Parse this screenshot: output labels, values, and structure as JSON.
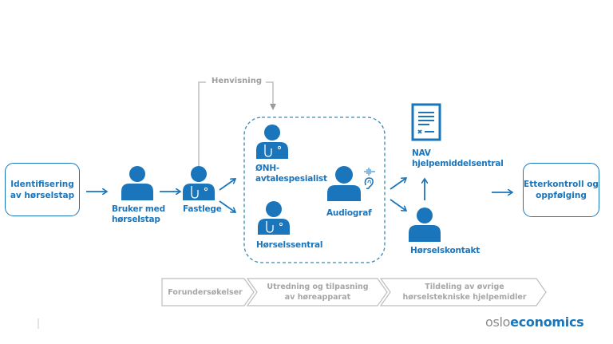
{
  "colors": {
    "primary_blue": "#1a75bb",
    "gray": "#a6a6a6",
    "dashed_border": "#3a88b5"
  },
  "start_box": {
    "line1": "Identifisering",
    "line2": "av hørselstap"
  },
  "end_box": {
    "line1": "Etterkontroll og",
    "line2": "oppfølging"
  },
  "nodes": {
    "bruker": {
      "line1": "Bruker med",
      "line2": "hørselstap",
      "icon": "person-icon"
    },
    "fastlege": {
      "label": "Fastlege",
      "icon": "doctor-icon"
    },
    "onh": {
      "line1": "ØNH-",
      "line2": "avtalespesialist",
      "icon": "doctor-icon"
    },
    "horselssentral": {
      "label": "Hørselssentral",
      "icon": "doctor-icon"
    },
    "audiograf": {
      "label": "Audiograf",
      "icon": "person-icon",
      "extra_icons": [
        "soundwave-icon",
        "ear-icon"
      ]
    },
    "nav": {
      "line1": "NAV",
      "line2": "hjelpemiddelsentral",
      "icon": "document-icon"
    },
    "horselskontakt": {
      "label": "Hørselskontakt",
      "icon": "person-icon"
    }
  },
  "referral_label": "Henvisning",
  "stages": [
    {
      "line1": "Forundersøkelser",
      "line2": ""
    },
    {
      "line1": "Utredning og tilpasning",
      "line2": "av høreapparat"
    },
    {
      "line1": "Tildeling av øvrige",
      "line2": "hørselstekniske hjelpemidler"
    }
  ],
  "logo": {
    "part1": "oslo",
    "part2": "economics"
  }
}
